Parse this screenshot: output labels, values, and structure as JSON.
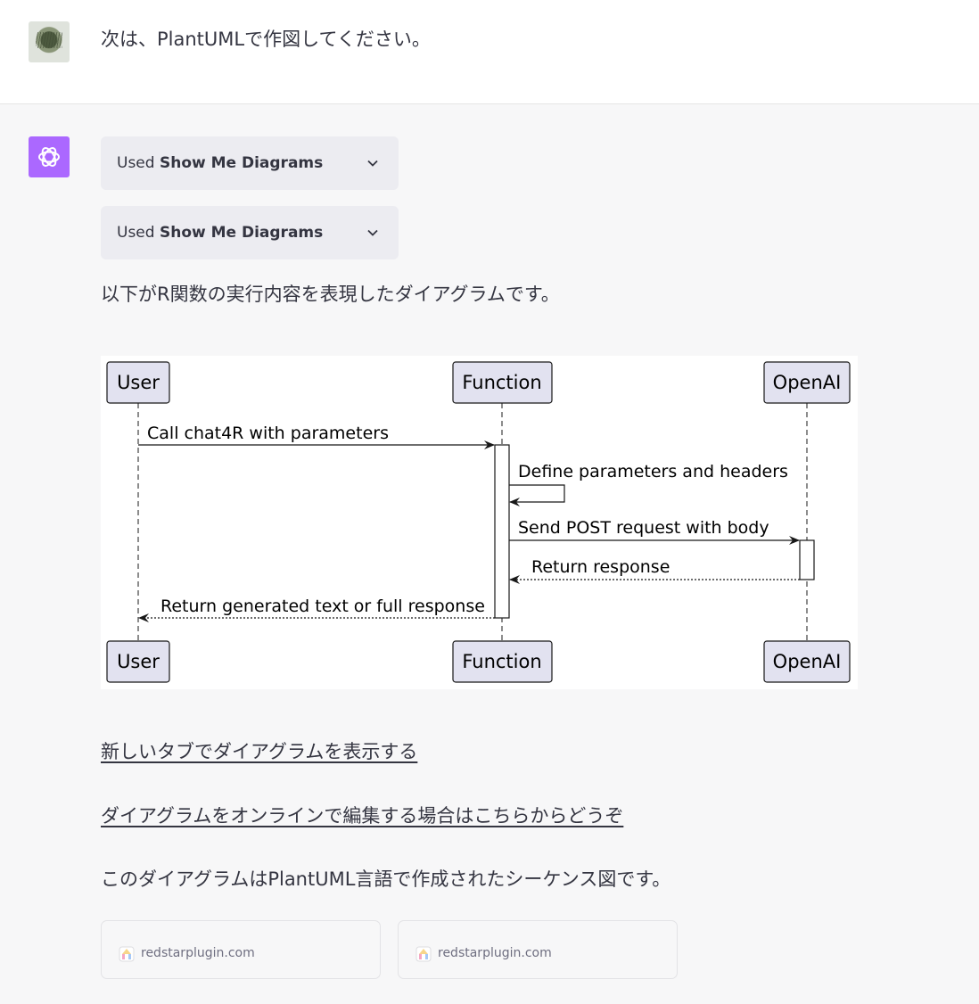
{
  "user_message": {
    "text": "次は、PlantUMLで作図してください。"
  },
  "assistant": {
    "plugin_calls": [
      {
        "prefix": "Used",
        "plugin_name": "Show Me Diagrams"
      },
      {
        "prefix": "Used",
        "plugin_name": "Show Me Diagrams"
      }
    ],
    "intro_text": "以下がR関数の実行内容を表現したダイアグラムです。",
    "diagram": {
      "participants": [
        "User",
        "Function",
        "OpenAI"
      ],
      "messages": [
        {
          "from": "User",
          "to": "Function",
          "label": "Call chat4R with parameters",
          "style": "solid"
        },
        {
          "from": "Function",
          "to": "Function",
          "label": "Define parameters and headers",
          "style": "solid"
        },
        {
          "from": "Function",
          "to": "OpenAI",
          "label": "Send POST request with body",
          "style": "solid"
        },
        {
          "from": "OpenAI",
          "to": "Function",
          "label": "Return response",
          "style": "dotted"
        },
        {
          "from": "Function",
          "to": "User",
          "label": "Return generated text or full response",
          "style": "dotted"
        }
      ]
    },
    "links": [
      "新しいタブでダイアグラムを表示する",
      "ダイアグラムをオンラインで編集する場合はこちらからどうぞ"
    ],
    "note_text": "このダイアグラムはPlantUML言語で作成されたシーケンス図です。",
    "sources": [
      {
        "domain": "redstarplugin.com",
        "icon": "redstar-favicon-icon"
      },
      {
        "domain": "redstarplugin.com",
        "icon": "redstar-favicon-icon"
      }
    ]
  },
  "colors": {
    "assistant_bg": "#f7f7f8",
    "pill_bg": "#ececf1",
    "gpt_avatar": "#ab68ff",
    "participant_fill": "#e2e2f0",
    "text": "#343541"
  }
}
